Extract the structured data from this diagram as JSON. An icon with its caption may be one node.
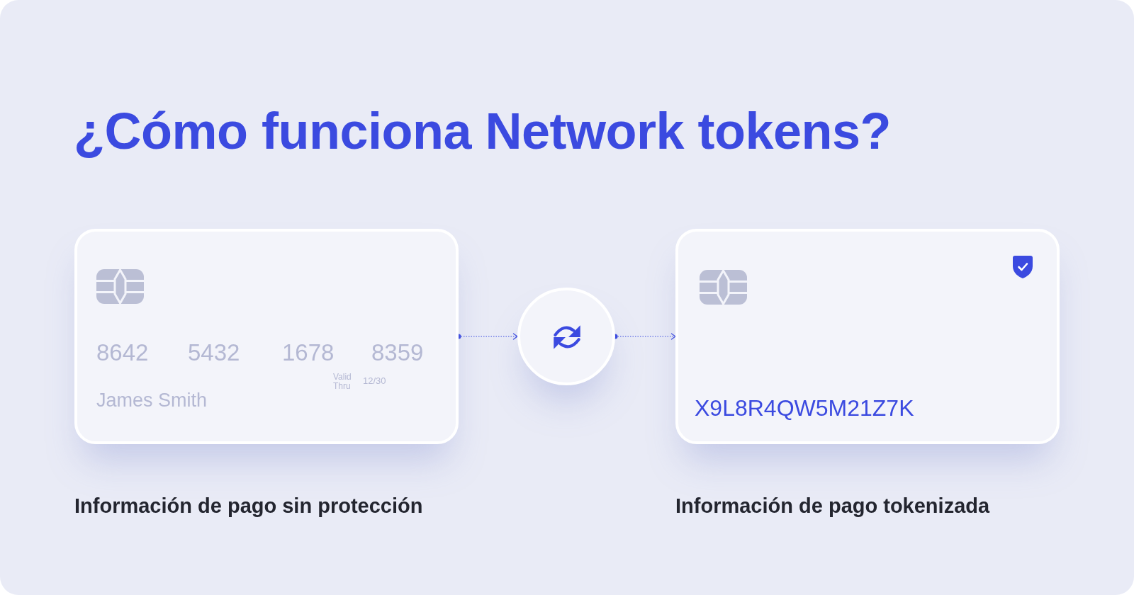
{
  "diagram": {
    "title": "¿Cómo funciona Network tokens?",
    "nodes": [
      {
        "text": [
          "8642",
          "5432",
          "1678",
          "8359",
          "Valid Thru",
          "12/30",
          "James Smith"
        ],
        "beside": [
          "Información de pago sin protección"
        ]
      },
      {
        "text": [],
        "shape": "circle"
      },
      {
        "text": [
          "X9L8R4QW5M21Z7K"
        ],
        "beside": [
          "Información de pago tokenizada"
        ]
      }
    ],
    "edges": [
      {
        "from": 0,
        "to": 1,
        "arrow": "to",
        "style": "dashed"
      },
      {
        "from": 1,
        "to": 2,
        "arrow": "to",
        "style": "dashed"
      }
    ]
  }
}
